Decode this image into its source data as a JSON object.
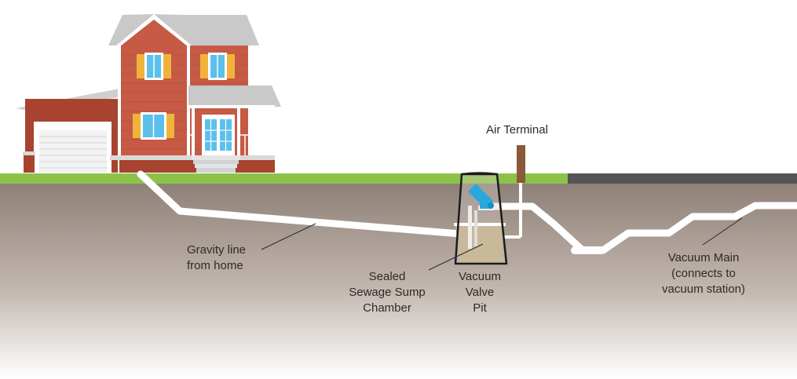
{
  "labels": {
    "air_terminal": "Air Terminal",
    "gravity_line": [
      "Gravity line",
      "from home"
    ],
    "sump_chamber": [
      "Sealed",
      "Sewage Sump",
      "Chamber"
    ],
    "valve_pit": [
      "Vacuum",
      "Valve",
      "Pit"
    ],
    "vacuum_main": [
      "Vacuum Main",
      "(connects to",
      "vacuum station)"
    ]
  },
  "colors": {
    "grass": "#8bc34a",
    "road": "#555555",
    "soil_top": "#8e8077",
    "soil_bottom": "#ffffff",
    "house_wall": "#c65a45",
    "roof": "#c9c9c9",
    "shutter": "#f0b33a",
    "window": "#5bc0eb",
    "pipe": "#ffffff",
    "valve": "#29a8e0",
    "air_terminal_post": "#8a5a38",
    "sewage": "#c8b99a"
  }
}
